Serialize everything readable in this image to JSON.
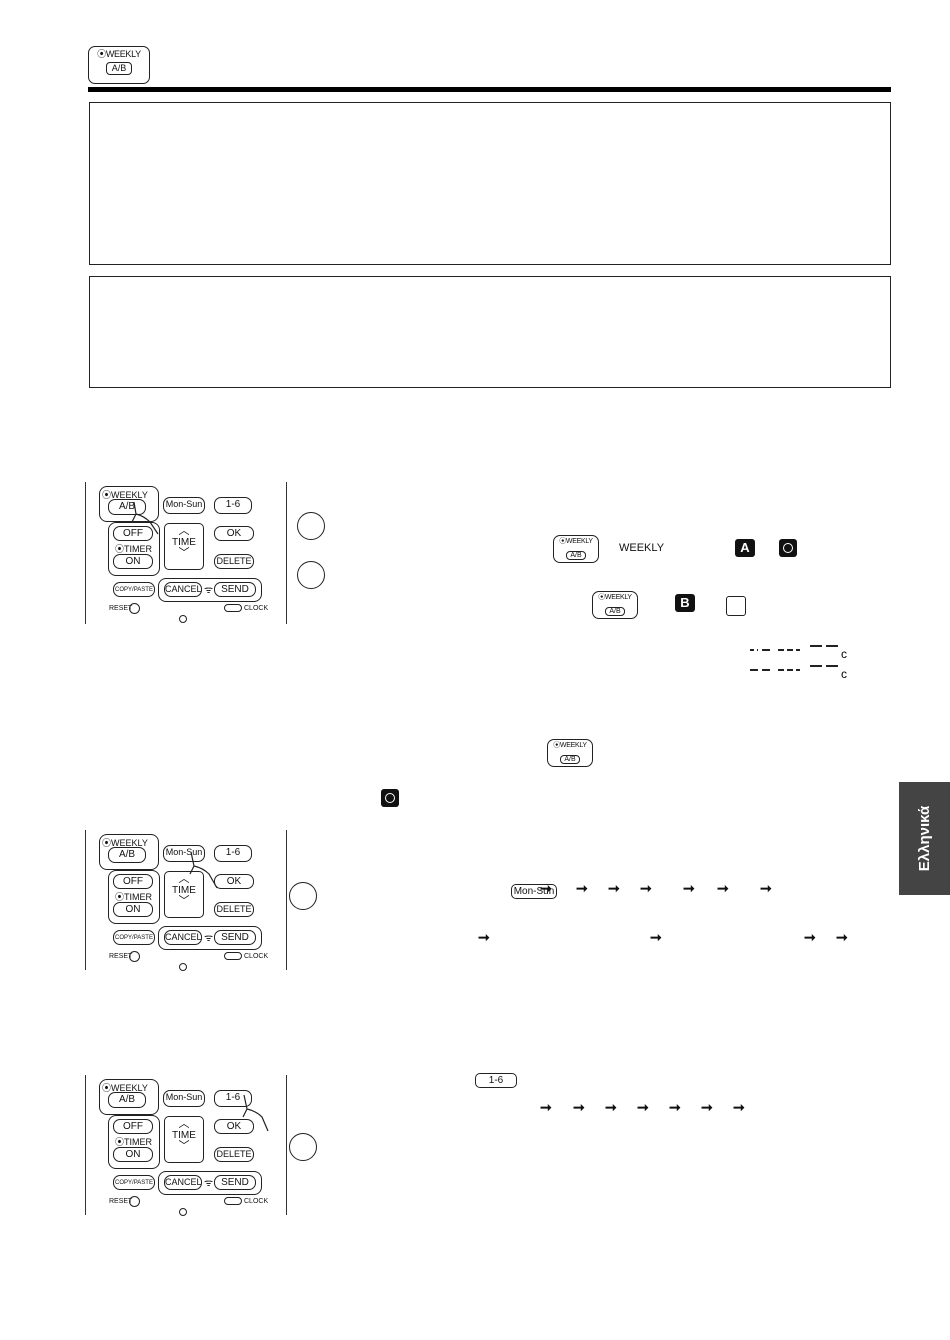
{
  "header": {
    "weekly_label": "⦿WEEKLY",
    "ab_label": "A/B"
  },
  "remote": {
    "weekly": "⦿WEEKLY",
    "ab": "A/B",
    "mon_sun": "Mon-Sun",
    "one_six": "1-6",
    "ok": "OK",
    "off": "OFF",
    "timer": "⦿TIMER",
    "on": "ON",
    "time": "TIME",
    "delete": "DELETE",
    "copy_paste": "COPY/PASTE",
    "cancel": "CANCEL",
    "send": "SEND",
    "reset": "RESET",
    "clock": "CLOCK"
  },
  "step1": {
    "weekly_word": "WEEKLY",
    "badge_a": "A",
    "badge_b": "B"
  },
  "step2": {
    "button": "Mon-Sun"
  },
  "step3": {
    "button": "1-6"
  },
  "side_tab": {
    "language": "Ελληνικά"
  }
}
